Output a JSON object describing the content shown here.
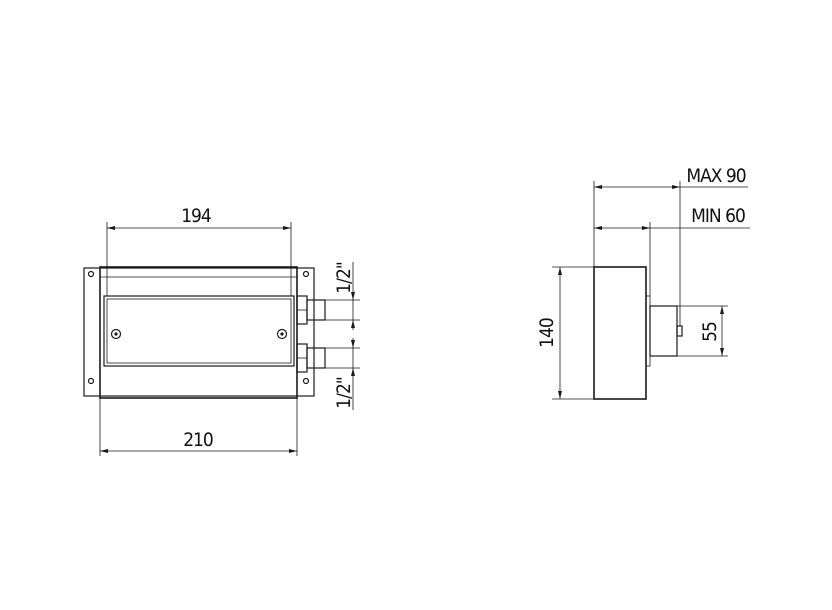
{
  "front_view": {
    "dim_width_inner": "194",
    "dim_width_outer": "210",
    "dim_inlet_top": "1/2\"",
    "dim_inlet_bottom": "1/2\""
  },
  "side_view": {
    "dim_height": "140",
    "dim_connector": "55",
    "dim_max_depth": "MAX 90",
    "dim_min_depth": "MIN 60"
  },
  "colors": {
    "line": "#1a1a1a",
    "background": "#ffffff"
  }
}
